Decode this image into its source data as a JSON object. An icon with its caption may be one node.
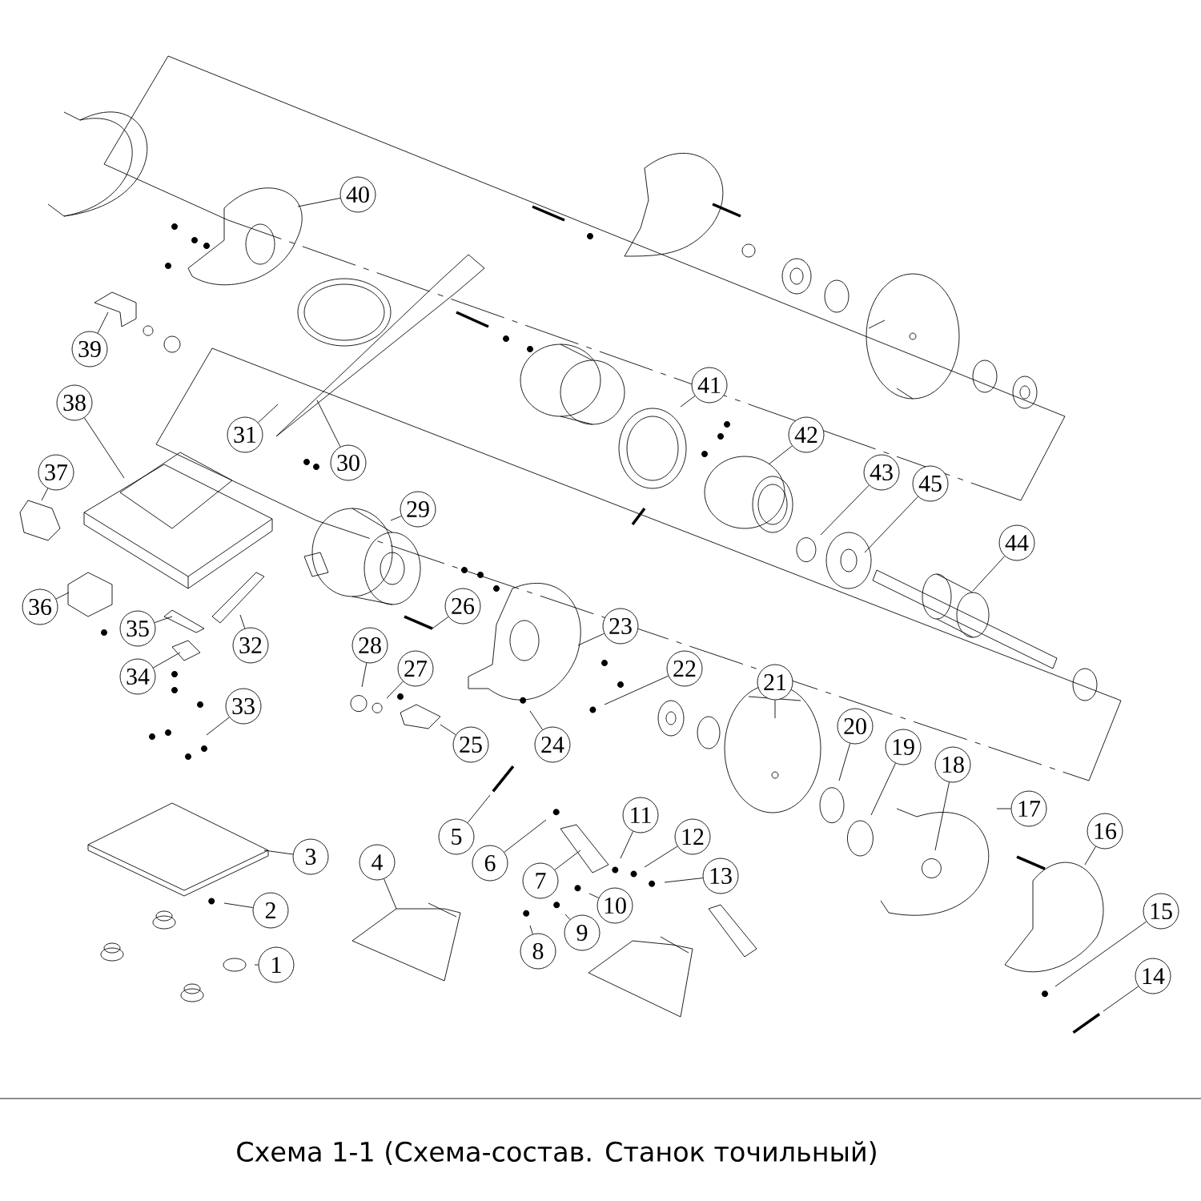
{
  "diagram": {
    "caption": "Схема 1-1 (Схема-состав. Станок точильный)",
    "nodes": [
      {
        "text": [
          "1"
        ]
      },
      {
        "text": [
          "2"
        ]
      },
      {
        "text": [
          "3"
        ]
      },
      {
        "text": [
          "4"
        ]
      },
      {
        "text": [
          "5"
        ]
      },
      {
        "text": [
          "6"
        ]
      },
      {
        "text": [
          "7"
        ]
      },
      {
        "text": [
          "8"
        ]
      },
      {
        "text": [
          "9"
        ]
      },
      {
        "text": [
          "10"
        ]
      },
      {
        "text": [
          "11"
        ]
      },
      {
        "text": [
          "12"
        ]
      },
      {
        "text": [
          "13"
        ]
      },
      {
        "text": [
          "14"
        ]
      },
      {
        "text": [
          "15"
        ]
      },
      {
        "text": [
          "16"
        ]
      },
      {
        "text": [
          "17"
        ]
      },
      {
        "text": [
          "18"
        ]
      },
      {
        "text": [
          "19"
        ]
      },
      {
        "text": [
          "20"
        ]
      },
      {
        "text": [
          "21"
        ]
      },
      {
        "text": [
          "22"
        ]
      },
      {
        "text": [
          "23"
        ]
      },
      {
        "text": [
          "24"
        ]
      },
      {
        "text": [
          "25"
        ]
      },
      {
        "text": [
          "26"
        ]
      },
      {
        "text": [
          "27"
        ]
      },
      {
        "text": [
          "28"
        ]
      },
      {
        "text": [
          "29"
        ]
      },
      {
        "text": [
          "30"
        ]
      },
      {
        "text": [
          "31"
        ]
      },
      {
        "text": [
          "32"
        ]
      },
      {
        "text": [
          "33"
        ]
      },
      {
        "text": [
          "34"
        ]
      },
      {
        "text": [
          "35"
        ]
      },
      {
        "text": [
          "36"
        ]
      },
      {
        "text": [
          "37"
        ]
      },
      {
        "text": [
          "38"
        ]
      },
      {
        "text": [
          "39"
        ]
      },
      {
        "text": [
          "40"
        ]
      },
      {
        "text": [
          "41"
        ]
      },
      {
        "text": [
          "42"
        ]
      },
      {
        "text": [
          "43"
        ]
      },
      {
        "text": [
          "44"
        ]
      },
      {
        "text": [
          "45"
        ]
      }
    ],
    "edges": [
      {
        "from": 0,
        "to": null,
        "arrow": "none"
      },
      {
        "from": 1,
        "to": null,
        "arrow": "none"
      },
      {
        "from": 2,
        "to": null,
        "arrow": "none"
      },
      {
        "from": 3,
        "to": null,
        "arrow": "none"
      },
      {
        "from": 4,
        "to": null,
        "arrow": "none"
      },
      {
        "from": 5,
        "to": null,
        "arrow": "none"
      },
      {
        "from": 6,
        "to": null,
        "arrow": "none"
      },
      {
        "from": 7,
        "to": null,
        "arrow": "none"
      },
      {
        "from": 8,
        "to": null,
        "arrow": "none"
      },
      {
        "from": 9,
        "to": null,
        "arrow": "none"
      },
      {
        "from": 10,
        "to": null,
        "arrow": "none"
      },
      {
        "from": 11,
        "to": null,
        "arrow": "none"
      },
      {
        "from": 12,
        "to": null,
        "arrow": "none"
      },
      {
        "from": 13,
        "to": null,
        "arrow": "none"
      },
      {
        "from": 14,
        "to": null,
        "arrow": "none"
      },
      {
        "from": 15,
        "to": null,
        "arrow": "none"
      },
      {
        "from": 16,
        "to": null,
        "arrow": "none"
      },
      {
        "from": 17,
        "to": null,
        "arrow": "none"
      },
      {
        "from": 18,
        "to": null,
        "arrow": "none"
      },
      {
        "from": 19,
        "to": null,
        "arrow": "none"
      },
      {
        "from": 20,
        "to": null,
        "arrow": "none"
      },
      {
        "from": 21,
        "to": null,
        "arrow": "none"
      },
      {
        "from": 22,
        "to": null,
        "arrow": "none"
      },
      {
        "from": 23,
        "to": null,
        "arrow": "none"
      },
      {
        "from": 24,
        "to": null,
        "arrow": "none"
      },
      {
        "from": 25,
        "to": null,
        "arrow": "none"
      },
      {
        "from": 26,
        "to": null,
        "arrow": "none"
      },
      {
        "from": 27,
        "to": null,
        "arrow": "none"
      },
      {
        "from": 28,
        "to": null,
        "arrow": "none"
      },
      {
        "from": 29,
        "to": null,
        "arrow": "none"
      },
      {
        "from": 30,
        "to": null,
        "arrow": "none"
      },
      {
        "from": 31,
        "to": null,
        "arrow": "none"
      },
      {
        "from": 32,
        "to": null,
        "arrow": "none"
      },
      {
        "from": 33,
        "to": null,
        "arrow": "none"
      },
      {
        "from": 34,
        "to": null,
        "arrow": "none"
      },
      {
        "from": 35,
        "to": null,
        "arrow": "none"
      },
      {
        "from": 36,
        "to": null,
        "arrow": "none"
      },
      {
        "from": 37,
        "to": null,
        "arrow": "none"
      },
      {
        "from": 38,
        "to": null,
        "arrow": "none"
      },
      {
        "from": 39,
        "to": null,
        "arrow": "none"
      },
      {
        "from": 40,
        "to": null,
        "arrow": "none"
      },
      {
        "from": 41,
        "to": null,
        "arrow": "none"
      },
      {
        "from": 42,
        "to": null,
        "arrow": "none"
      },
      {
        "from": 43,
        "to": null,
        "arrow": "none"
      },
      {
        "from": 44,
        "to": null,
        "arrow": "none"
      }
    ]
  }
}
